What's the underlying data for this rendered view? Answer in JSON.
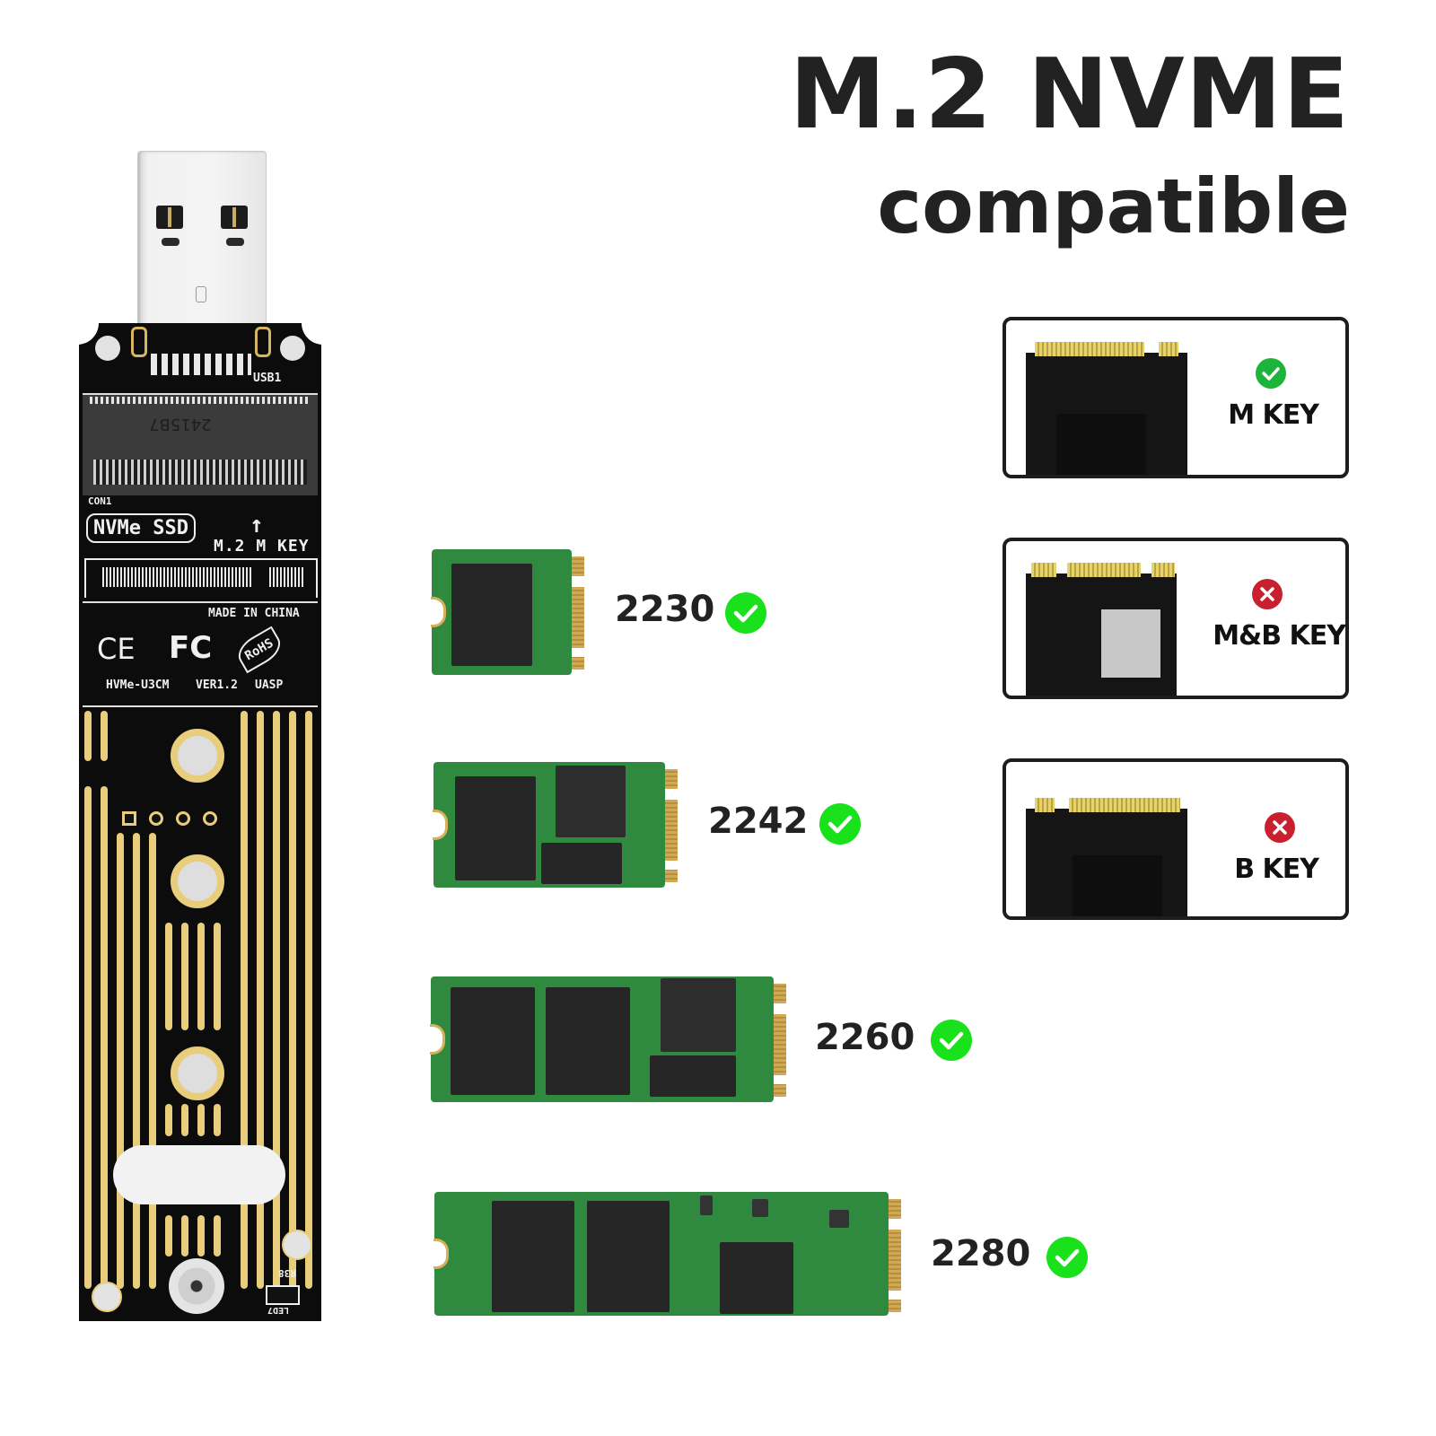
{
  "header": {
    "title": "M.2 NVME",
    "subtitle": "compatible"
  },
  "adapter": {
    "usb_label": "USB1",
    "slot_code": "2415B7",
    "con_label": "CON1",
    "nvme_badge": "NVMe SSD",
    "key_text": "M.2 M KEY",
    "origin": "MADE IN CHINA",
    "cert_ce": "CE",
    "cert_fc": "FC",
    "cert_rohs": "RoHS",
    "model": "HVMe-U3CM",
    "version": "VER1.2",
    "protocol": "UASP",
    "resistor_label": "R38",
    "led_label": "LED7"
  },
  "sizes": [
    {
      "label": "2230",
      "status": "compatible",
      "icon": "check-circle-icon"
    },
    {
      "label": "2242",
      "status": "compatible",
      "icon": "check-circle-icon"
    },
    {
      "label": "2260",
      "status": "compatible",
      "icon": "check-circle-icon"
    },
    {
      "label": "2280",
      "status": "compatible",
      "icon": "check-circle-icon"
    }
  ],
  "keys": [
    {
      "label": "M KEY",
      "status": "supported",
      "icon": "check-circle-icon",
      "color": "#1db43c"
    },
    {
      "label": "M&B KEY",
      "status": "not-supported",
      "icon": "x-circle-icon",
      "color": "#c8202e"
    },
    {
      "label": "B KEY",
      "status": "not-supported",
      "icon": "x-circle-icon",
      "color": "#c8202e"
    }
  ],
  "colors": {
    "check_green": "#19e21c",
    "pcb_black": "#0c0c0c",
    "gold_trace": "#e8cd7d",
    "ssd_green": "#2f8a3f",
    "text_dark": "#222222"
  }
}
